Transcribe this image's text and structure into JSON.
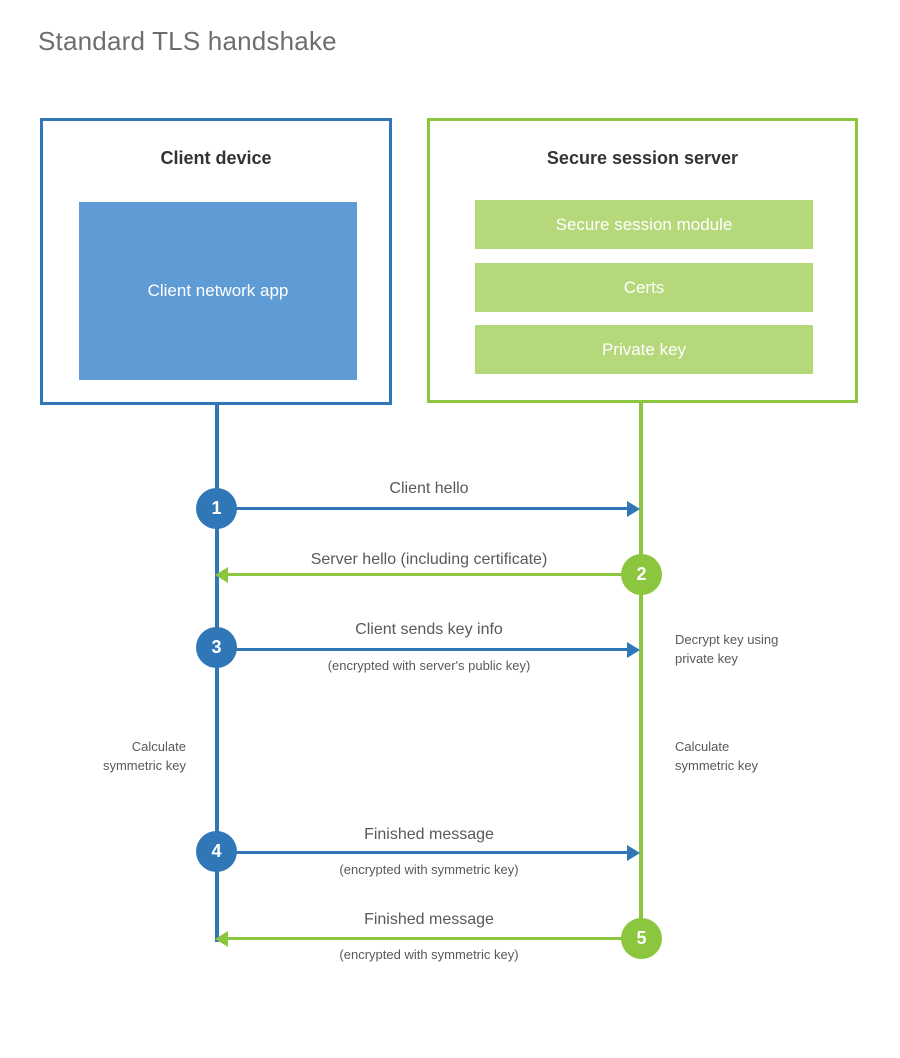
{
  "title": "Standard TLS handshake",
  "colors": {
    "client_blue": "#3077b8",
    "client_app_fill": "#5f9bd5",
    "server_green": "#8cc63e",
    "server_block_fill": "#b5d87a",
    "text_gray": "#58595b",
    "title_gray": "#6d6e71",
    "background": "#ffffff"
  },
  "parties": {
    "client": {
      "title": "Client device",
      "blocks": [
        {
          "label": "Client network app"
        }
      ]
    },
    "server": {
      "title": "Secure session server",
      "blocks": [
        {
          "label": "Secure session module"
        },
        {
          "label": "Certs"
        },
        {
          "label": "Private key"
        }
      ]
    }
  },
  "steps": [
    {
      "number": "1",
      "label": "Client hello",
      "sublabel": "",
      "direction": "client-to-server",
      "color": "#3077b8"
    },
    {
      "number": "2",
      "label": "Server hello (including certificate)",
      "sublabel": "",
      "direction": "server-to-client",
      "color": "#8cc63e"
    },
    {
      "number": "3",
      "label": "Client sends key info",
      "sublabel": "(encrypted with server's public key)",
      "direction": "client-to-server",
      "color": "#3077b8"
    },
    {
      "number": "4",
      "label": "Finished message",
      "sublabel": "(encrypted with symmetric key)",
      "direction": "client-to-server",
      "color": "#3077b8"
    },
    {
      "number": "5",
      "label": "Finished message",
      "sublabel": "(encrypted with symmetric key)",
      "direction": "server-to-client",
      "color": "#8cc63e"
    }
  ],
  "notes": {
    "server_decrypt": "Decrypt key using\nprivate key",
    "client_calculate": "Calculate\nsymmetric key",
    "server_calculate": "Calculate\nsymmetric key"
  }
}
